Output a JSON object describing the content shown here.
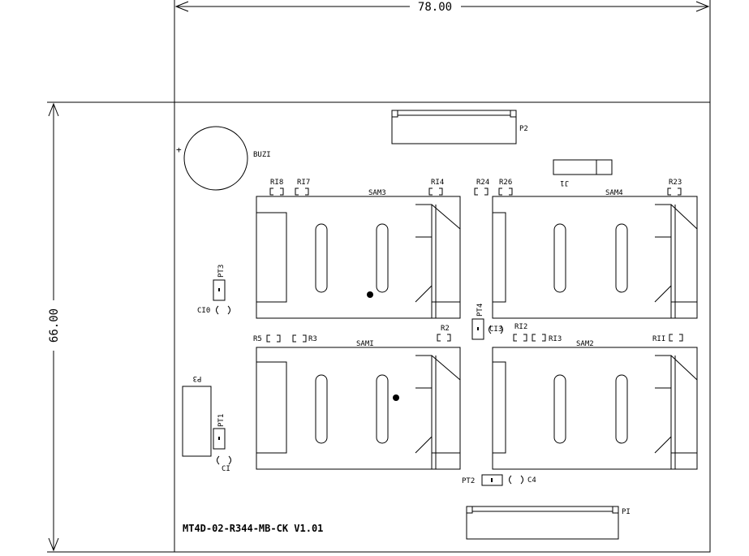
{
  "dimensions": {
    "width": "78.00",
    "height": "66.00"
  },
  "board_name": "MT4D-02-R344-MB-CK V1.01",
  "connectors": {
    "p1": "PI",
    "p2": "P2",
    "p3": "P3"
  },
  "buzzer": {
    "label": "BUZI",
    "polarity": "+"
  },
  "j1": "J1",
  "sams": {
    "sam1": "SAMI",
    "sam2": "SAM2",
    "sam3": "SAM3",
    "sam4": "SAM4"
  },
  "resistors": {
    "r2": "R2",
    "r3": "R3",
    "r5": "R5",
    "r11": "RII",
    "r12": "RI2",
    "r13": "RI3",
    "r14": "RI4",
    "r17": "RI7",
    "r18": "RI8",
    "r23": "R23",
    "r24": "R24",
    "r26": "R26"
  },
  "capacitors": {
    "c1": "CI",
    "c4": "C4",
    "c10": "CI0",
    "c13": "CI3"
  },
  "testpoints": {
    "pt1": "PT1",
    "pt2": "PT2",
    "pt3": "PT3",
    "pt4": "PT4"
  }
}
